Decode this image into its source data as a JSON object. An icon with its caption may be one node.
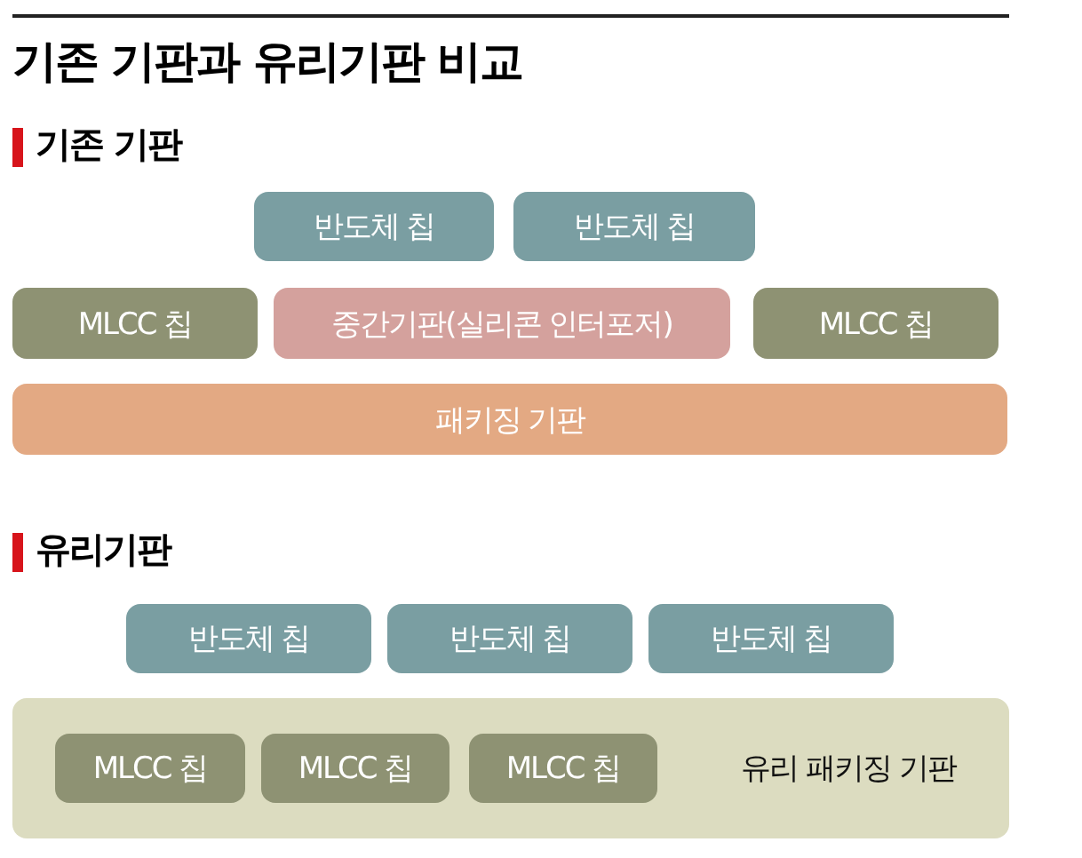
{
  "diagram": {
    "title": "기존 기판과 유리기판 비교",
    "labels": [
      "기존 기판",
      "유리기판"
    ],
    "nodes": [
      {
        "text": [
          "반도체 칩"
        ]
      },
      {
        "text": [
          "반도체 칩"
        ]
      },
      {
        "text": [
          "MLCC 칩"
        ]
      },
      {
        "text": [
          "중간기판(실리콘 인터포저)"
        ]
      },
      {
        "text": [
          "MLCC 칩"
        ]
      },
      {
        "text": [
          "패키징 기판"
        ]
      },
      {
        "text": [
          "반도체 칩"
        ]
      },
      {
        "text": [
          "반도체 칩"
        ]
      },
      {
        "text": [
          "반도체 칩"
        ]
      },
      {
        "text": [
          "유리 패키징 기판"
        ]
      },
      {
        "text": [
          "MLCC 칩"
        ],
        "in": 9
      },
      {
        "text": [
          "MLCC 칩"
        ],
        "in": 9
      },
      {
        "text": [
          "MLCC 칩"
        ],
        "in": 9
      }
    ]
  }
}
